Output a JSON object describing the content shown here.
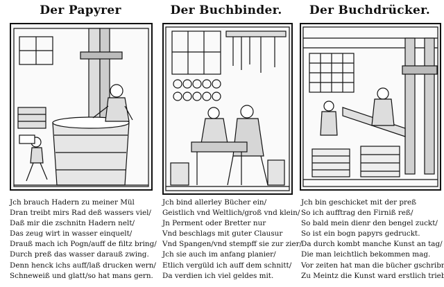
{
  "panels": [
    {
      "title": "Der Papyrer",
      "lines": [
        "Jch brauch Hadern zu meiner Mül",
        "Dran treibt mirs Rad deß wassers viel/",
        "Daß mir die zschnitn Hadern nelt/",
        "Das zeug wirt in wasser einquelt/",
        "Drauß mach ich Pogn/auff de filtz bring/",
        "Durch preß das wasser darauß zwing.",
        "Denn henck ichs auff/laß drucken wern/",
        "Schneweiß und glatt/so hat mans gern."
      ]
    },
    {
      "title": "Der Buchbinder.",
      "lines": [
        "Jch bind allerley Bücher ein/",
        "Geistlich vnd Weltlich/groß vnd klein/",
        "Jn Perment oder Bretter nur",
        "Vnd beschlags mit guter Clausur",
        "Vnd Spangen/vnd stempff sie zur zier/",
        "Jch sie auch im anfang planier/",
        "Etlich vergüld ich auff dem schnitt/",
        "Da verdien ich viel geldes mit."
      ]
    },
    {
      "title": "Der Buchdrücker.",
      "lines": [
        "Jch bin geschicket mit der preß",
        "So ich aufftrag den Firniß reß/",
        "So bald mein dienr den bengel zuckt/",
        "So ist ein bogn papyrs gedruckt.",
        "Da durch kombt manche Kunst an tag/",
        "Die man leichtlich bekommen mag.",
        "Vor zeiten hat man die bücher gschribn/",
        "Zu Meintz die Kunst ward erstlich triebn."
      ]
    }
  ],
  "colors": {
    "ink": "#111111",
    "paper": "#ffffff",
    "woodcut_bg": "#f3f3f3"
  }
}
